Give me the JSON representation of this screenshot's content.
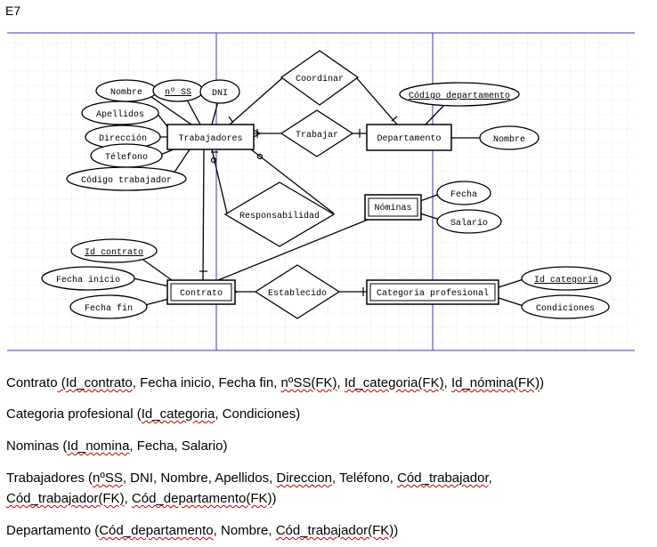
{
  "title": "E7",
  "diagram": {
    "entities": {
      "trabajadores": "Trabajadores",
      "departamento": "Departamento",
      "nominas": "Nóminas",
      "contrato": "Contrato",
      "categoria": "Categoria profesional"
    },
    "relationships": {
      "coordinar": "Coordinar",
      "trabajar": "Trabajar",
      "responsabilidad": "Responsabilidad",
      "establecido": "Establecido"
    },
    "attributes": {
      "nombre": "Nombre",
      "nss": "nº SS",
      "dni": "DNI",
      "apellidos": "Apellidos",
      "direccion": "Dirección",
      "telefono": "Télefono",
      "codigo_trabajador": "Código trabajador",
      "codigo_departamento": "Código departamento",
      "dep_nombre": "Nombre",
      "fecha": "Fecha",
      "salario": "Salario",
      "id_contrato": "Id contrato",
      "fecha_inicio": "Fecha inicio",
      "fecha_fin": "Fecha fin",
      "id_categoria": "Id categoria",
      "condiciones": "Condiciones"
    }
  },
  "relations": {
    "contrato": {
      "name": "Contrato",
      "open": " (",
      "pk": "Id_contrato",
      "sep1": ", Fecha inicio, Fecha fin, ",
      "fk1": "nºSS(FK)",
      "sep2": ", ",
      "fk2": "Id_categoria(FK)",
      "sep3": ", ",
      "fk3": "Id_nómina(FK)",
      "close": ")"
    },
    "categoria": {
      "name": "Categoria profesional (",
      "pk": "Id_categoria",
      "rest": ", Condiciones)"
    },
    "nominas": {
      "name": "Nominas (",
      "pk": "Id_nomina",
      "rest": ", Fecha, Salario)"
    },
    "trabajadores": {
      "name": "Trabajadores (",
      "pk": "nºSS",
      "sep1": ", DNI, Nombre, Apellidos, ",
      "w1": "Direccion",
      "sep2": ", Teléfono, ",
      "w2": "Cód_trabajador",
      "sep3": ",",
      "fk1": "Cód_trabajador(FK)",
      "sep4": ", ",
      "fk2": "Cód_departamento(FK)",
      "close": ")"
    },
    "departamento": {
      "name": "Departamento (",
      "pk": "Cód_departamento",
      "sep1": ", Nombre, ",
      "fk1": "Cód_trabajador(FK)",
      "close": ")"
    }
  }
}
